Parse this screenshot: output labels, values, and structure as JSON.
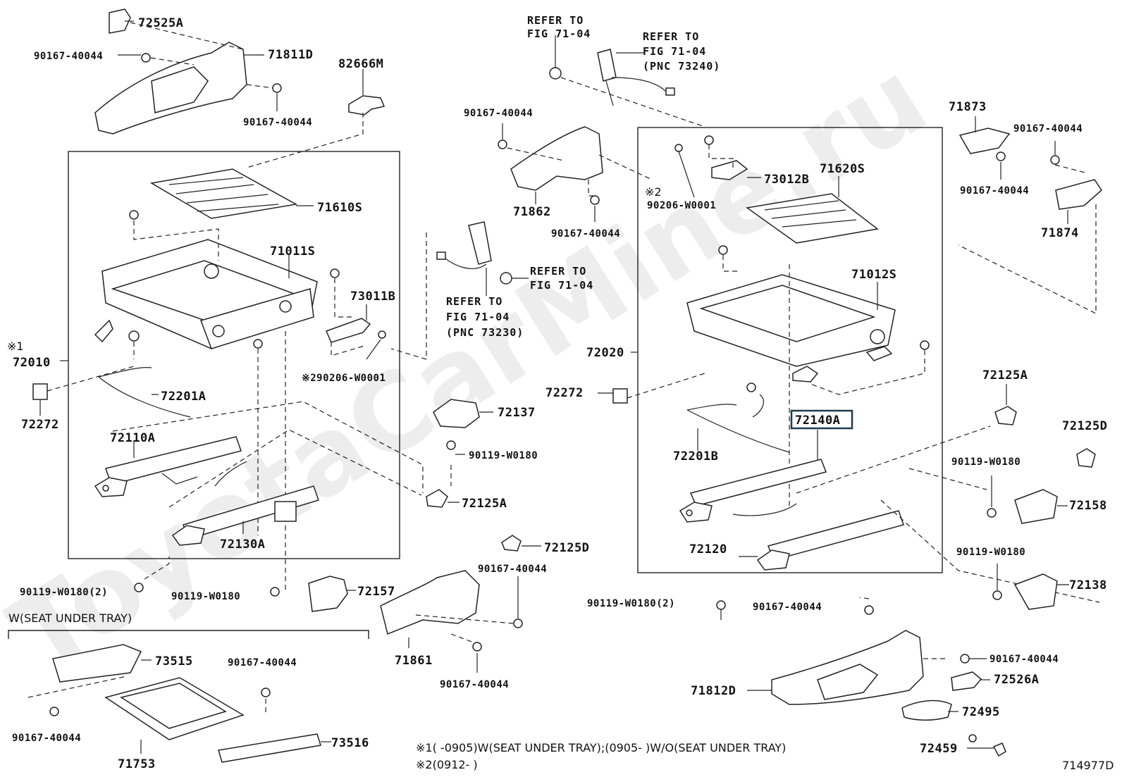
{
  "diagram_id": "714977D",
  "watermark": "ToyotaCarMine.ru",
  "refer_to": {
    "top_left": "REFER TO\nFIG 71-04",
    "top_right": "REFER TO\nFIG 71-04\n(PNC 73240)",
    "mid_right": "REFER TO\nFIG 71-04",
    "mid_left": "REFER TO\nFIG 71-04\n(PNC 73230)"
  },
  "tray_section_label": "W(SEAT UNDER TRAY)",
  "footnotes": {
    "n1": "※1(       -0905)W(SEAT UNDER TRAY);(0905-        )W/O(SEAT UNDER TRAY)",
    "n2": "※2(0912-       )"
  },
  "parts": {
    "p72525A": "72525A",
    "p90167_40044_a": "90167-40044",
    "p71811D": "71811D",
    "p90167_40044_b": "90167-40044",
    "p82666M": "82666M",
    "p71610S": "71610S",
    "p71011S": "71011S",
    "p73011B": "73011B",
    "m1": "※1",
    "p72010": "72010",
    "p290206_W0001": "※290206-W0001",
    "p72201A": "72201A",
    "p72272_l": "72272",
    "p72110A": "72110A",
    "p72130A": "72130A",
    "p90119_W0180_2a": "90119-W0180(2)",
    "p90119_W0180_a": "90119-W0180",
    "p72157": "72157",
    "p73515": "73515",
    "p90167_40044_c": "90167-40044",
    "p90167_40044_d": "90167-40044",
    "p71753": "71753",
    "p73516": "73516",
    "p90167_40044_e": "90167-40044",
    "p71862": "71862",
    "p90167_40044_f": "90167-40044",
    "p72137": "72137",
    "p90119_W0180_b": "90119-W0180",
    "p72125A_a": "72125A",
    "p72125D_a": "72125D",
    "p90167_40044_g": "90167-40044",
    "p71861": "71861",
    "p90167_40044_h": "90167-40044",
    "m2": "※2",
    "p90206_W0001": "90206-W0001",
    "p73012B": "73012B",
    "p71620S": "71620S",
    "p71012S": "71012S",
    "p72020": "72020",
    "p72272_r": "72272",
    "p72140A": "72140A",
    "p72201B": "72201B",
    "p72120": "72120",
    "p90119_W0180_2b": "90119-W0180(2)",
    "p90167_40044_i": "90167-40044",
    "p71812D": "71812D",
    "p90167_40044_j": "90167-40044",
    "p72526A": "72526A",
    "p72495": "72495",
    "p72459": "72459",
    "p71873": "71873",
    "p90167_40044_k": "90167-40044",
    "p90167_40044_l": "90167-40044",
    "p71874": "71874",
    "p72125A_b": "72125A",
    "p72125D_b": "72125D",
    "p90119_W0180_c": "90119-W0180",
    "p72158": "72158",
    "p90119_W0180_d": "90119-W0180",
    "p72138": "72138"
  }
}
